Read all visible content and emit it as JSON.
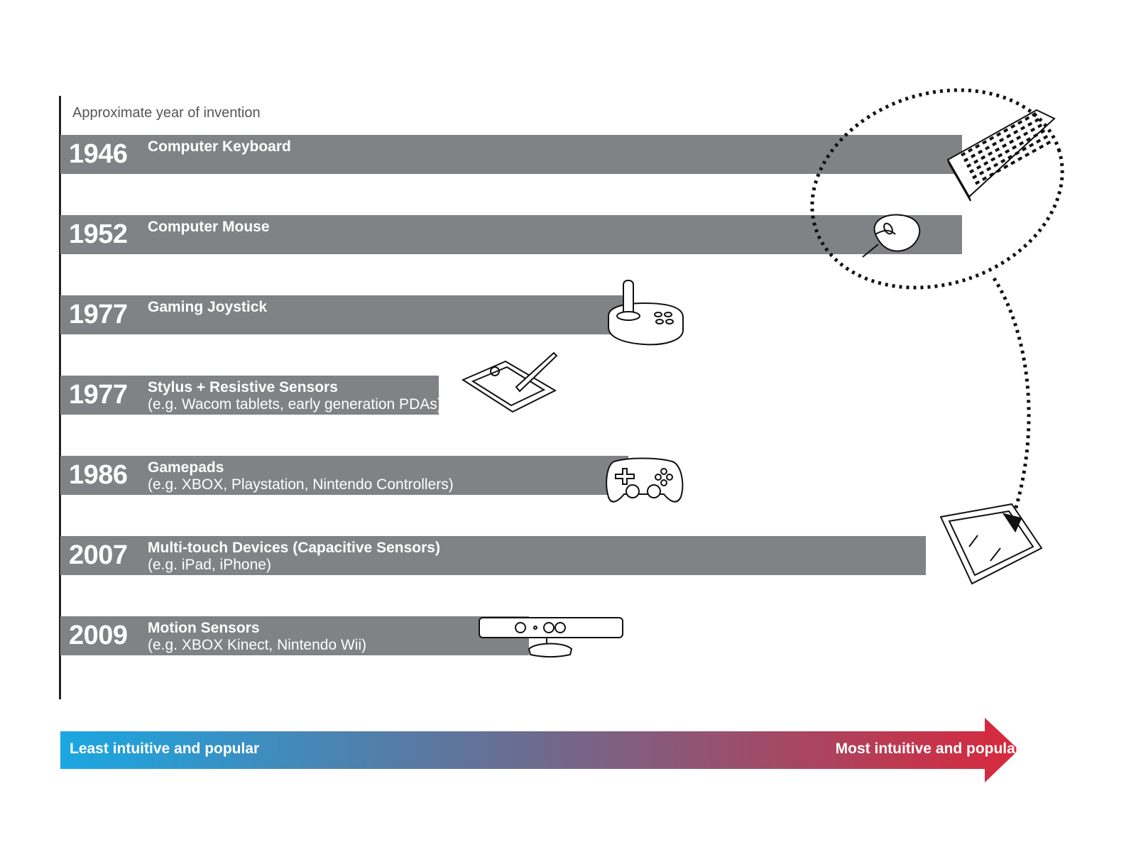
{
  "chart_data": {
    "type": "bar",
    "title": "",
    "subtitle": "Approximate year of invention",
    "categories": [
      {
        "year": "1946",
        "name": "Computer Keyboard",
        "note": "",
        "icon": "keyboard-icon"
      },
      {
        "year": "1952",
        "name": "Computer Mouse",
        "note": "",
        "icon": "mouse-icon"
      },
      {
        "year": "1977",
        "name": "Gaming Joystick",
        "note": "",
        "icon": "joystick-icon"
      },
      {
        "year": "1977",
        "name": "Stylus + Resistive Sensors",
        "note": "(e.g. Wacom tablets, early generation PDAs)",
        "icon": "stylus-tablet-icon"
      },
      {
        "year": "1986",
        "name": "Gamepads",
        "note": "(e.g. XBOX, Playstation, Nintendo Controllers)",
        "icon": "gamepad-icon"
      },
      {
        "year": "2007",
        "name": "Multi-touch Devices (Capacitive Sensors)",
        "note": "(e.g. iPad, iPhone)",
        "icon": "tablet-icon"
      },
      {
        "year": "2009",
        "name": "Motion Sensors",
        "note": "(e.g. XBOX Kinect, Nintendo Wii)",
        "icon": "motion-sensor-icon"
      }
    ],
    "values": [
      1.0,
      1.0,
      0.63,
      0.42,
      0.63,
      0.96,
      0.52
    ],
    "value_scale": {
      "min_label": "Least intuitive and popular",
      "max_label": "Most intuitive and popular"
    },
    "highlight": {
      "group": [
        "Computer Keyboard",
        "Computer Mouse"
      ],
      "arrow_to": "Multi-touch Devices (Capacitive Sensors)",
      "style": "dotted"
    },
    "colors": {
      "bar": "#818285",
      "gradient_start": "#1aa7e2",
      "gradient_mid": "#6e6a8e",
      "gradient_end": "#d8283c"
    }
  }
}
